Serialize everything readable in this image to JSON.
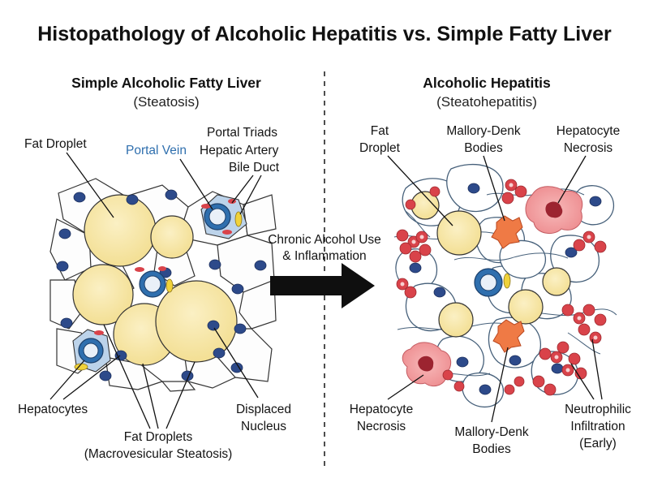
{
  "title": "Histopathology of Alcoholic Hepatitis vs. Simple Fatty Liver",
  "left_panel": {
    "title": "Simple Alcoholic Fatty Liver",
    "subtitle": "(Steatosis)",
    "labels": {
      "fat_droplet": "Fat Droplet",
      "portal_vein": "Portal Vein",
      "portal_triads": "Portal Triads",
      "hepatic_artery": "Hepatic Artery",
      "bile_duct": "Bile Duct",
      "hepatocytes": "Hepatocytes",
      "fat_droplets_line1": "Fat Droplets",
      "fat_droplets_line2": "(Macrovesicular Steatosis)",
      "displaced_nucleus_line1": "Displaced",
      "displaced_nucleus_line2": "Nucleus"
    }
  },
  "arrow": {
    "line1": "Chronic Alcohol Use",
    "line2": "& Inflammation"
  },
  "right_panel": {
    "title": "Alcoholic Hepatitis",
    "subtitle": "(Steatohepatitis)",
    "labels": {
      "fat_droplet_line1": "Fat",
      "fat_droplet_line2": "Droplet",
      "mallory_top_line1": "Mallory-Denk",
      "mallory_top_line2": "Bodies",
      "necrosis_top_line1": "Hepatocyte",
      "necrosis_top_line2": "Necrosis",
      "necrosis_bottom_line1": "Hepatocyte",
      "necrosis_bottom_line2": "Necrosis",
      "mallory_bottom_line1": "Mallory-Denk",
      "mallory_bottom_line2": "Bodies",
      "neutrophil_line1": "Neutrophilic",
      "neutrophil_line2": "Infiltration",
      "neutrophil_line3": "(Early)"
    }
  },
  "colors": {
    "fat": "#f7e6a6",
    "nucleus": "#2d4a8a",
    "portal_blue": "#2f6fae",
    "neutrophil": "#d9434a",
    "mallory": "#ef7a45",
    "necrosis": "#f2a3a3"
  }
}
